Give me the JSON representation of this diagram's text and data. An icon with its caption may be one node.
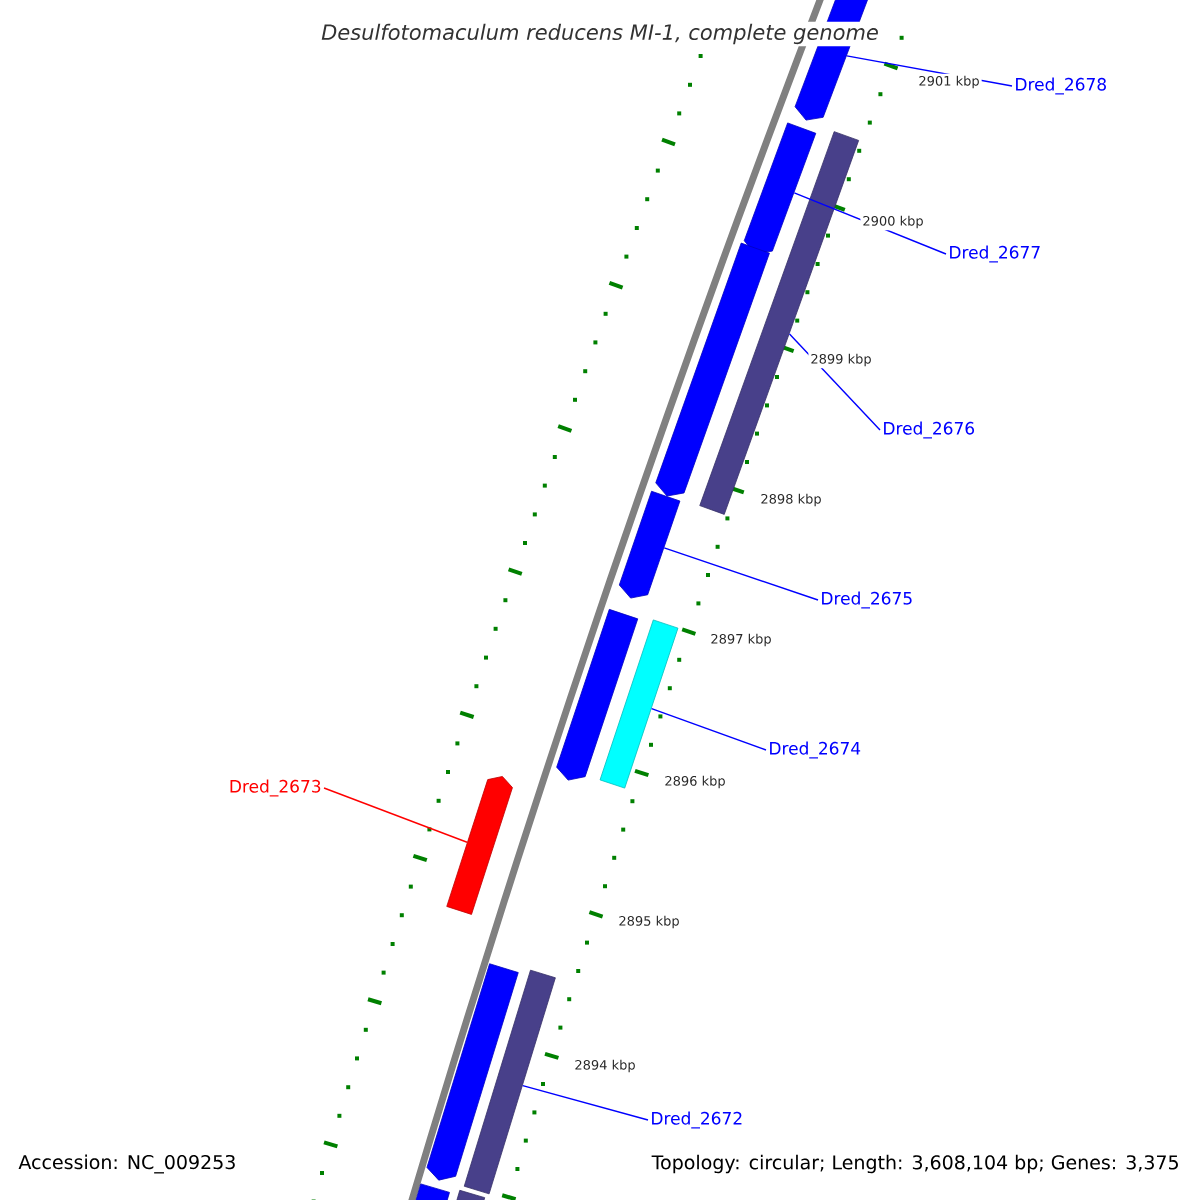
{
  "diagram": {
    "title": "*Desulfotomaculum reducens* MI-1, complete genome",
    "nodes": [
      {
        "text": [
          "Dred_2678"
        ]
      },
      {
        "text": [
          "Dred_2677"
        ]
      },
      {
        "text": [
          "Dred_2676"
        ]
      },
      {
        "text": [
          "Dred_2675"
        ]
      },
      {
        "text": [
          "Dred_2674"
        ]
      },
      {
        "text": [
          "Dred_2673"
        ]
      },
      {
        "text": [
          "Dred_2672"
        ]
      },
      {
        "text": [],
        "shape": "bar"
      },
      {
        "text": [],
        "shape": "bar"
      },
      {
        "text": [],
        "shape": "bar"
      },
      {
        "text": [],
        "shape": "bar"
      },
      {
        "text": [],
        "shape": "bar"
      },
      {
        "text": [],
        "shape": "bar"
      },
      {
        "text": [],
        "shape": "bar"
      },
      {
        "text": [],
        "shape": "bar"
      },
      {
        "text": [],
        "shape": "bar"
      },
      {
        "text": [],
        "shape": "bar"
      },
      {
        "text": [],
        "shape": "bar"
      },
      {
        "text": [],
        "shape": "bar"
      }
    ],
    "edges": [
      {
        "from": 0,
        "to": 7,
        "arrow": "none"
      },
      {
        "from": 1,
        "to": 8,
        "arrow": "none"
      },
      {
        "from": 2,
        "to": 9,
        "arrow": "none"
      },
      {
        "from": 3,
        "to": 11,
        "arrow": "none"
      },
      {
        "from": 4,
        "to": 13,
        "arrow": "none"
      },
      {
        "from": 5,
        "to": 14,
        "arrow": "none",
        "color": "#ff0000"
      },
      {
        "from": 6,
        "to": 16,
        "arrow": "none"
      }
    ],
    "labels": [
      "2901 kbp",
      "2900 kbp",
      "2899 kbp",
      "2898 kbp",
      "2897 kbp",
      "2896 kbp",
      "2895 kbp",
      "2894 kbp",
      "Accession: NC_009253",
      "Topology: circular; Length: 3,608,104 bp; Genes: 3,375"
    ]
  }
}
